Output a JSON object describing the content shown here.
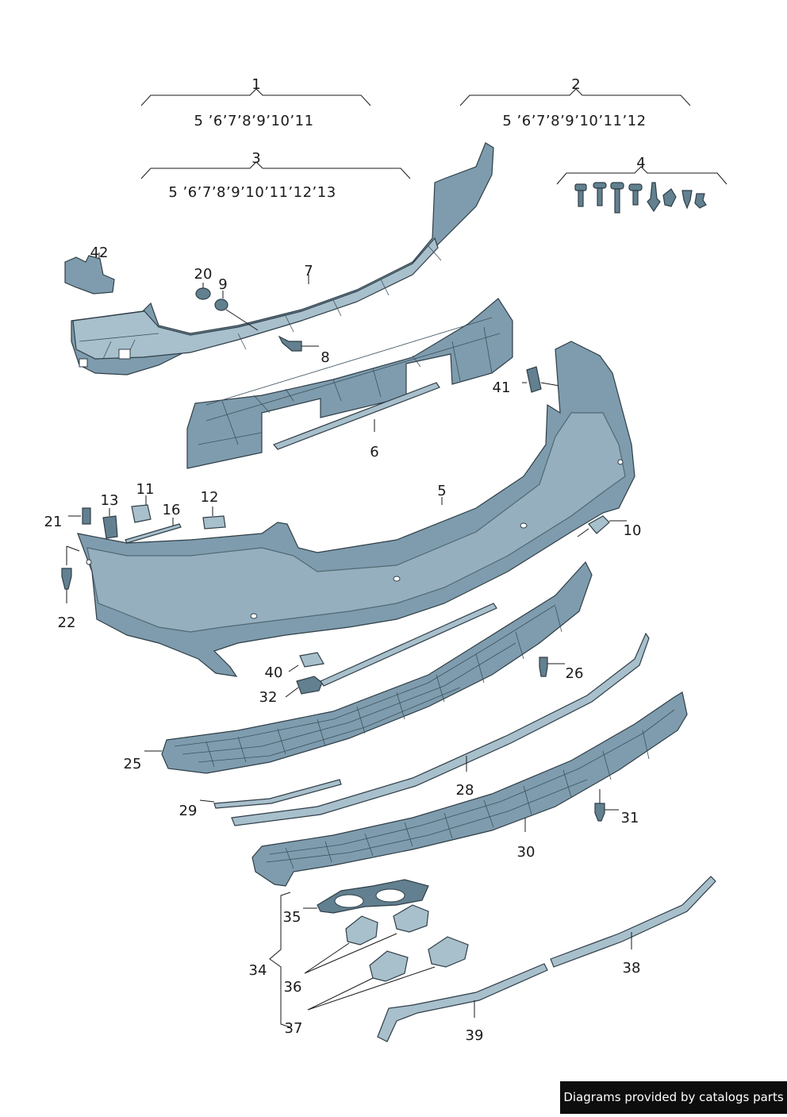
{
  "groups": [
    {
      "label": "1",
      "members": "5 ’6’7’8’9’10’11"
    },
    {
      "label": "2",
      "members": "5 ’6’7’8’9’10’11’12"
    },
    {
      "label": "3",
      "members": "5 ’6’7’8’9’10’11’12’13"
    },
    {
      "label": "4",
      "members": ""
    }
  ],
  "callouts": {
    "c5": "5",
    "c6": "6",
    "c7": "7",
    "c8": "8",
    "c9": "9",
    "c10": "10",
    "c11": "11",
    "c12": "12",
    "c13": "13",
    "c16": "16",
    "c20": "20",
    "c21": "21",
    "c22": "22",
    "c25": "25",
    "c26": "26",
    "c28": "28",
    "c29": "29",
    "c30": "30",
    "c31": "31",
    "c32": "32",
    "c34": "34",
    "c35": "35",
    "c36": "36",
    "c37": "37",
    "c38": "38",
    "c39": "39",
    "c40": "40",
    "c41": "41",
    "c42": "42"
  },
  "credit": "Diagrams provided by catalogs parts",
  "colors": {
    "part_fill": "#7e9cad",
    "part_outline": "#2f3e47",
    "credit_bg": "#0d0d0d"
  }
}
